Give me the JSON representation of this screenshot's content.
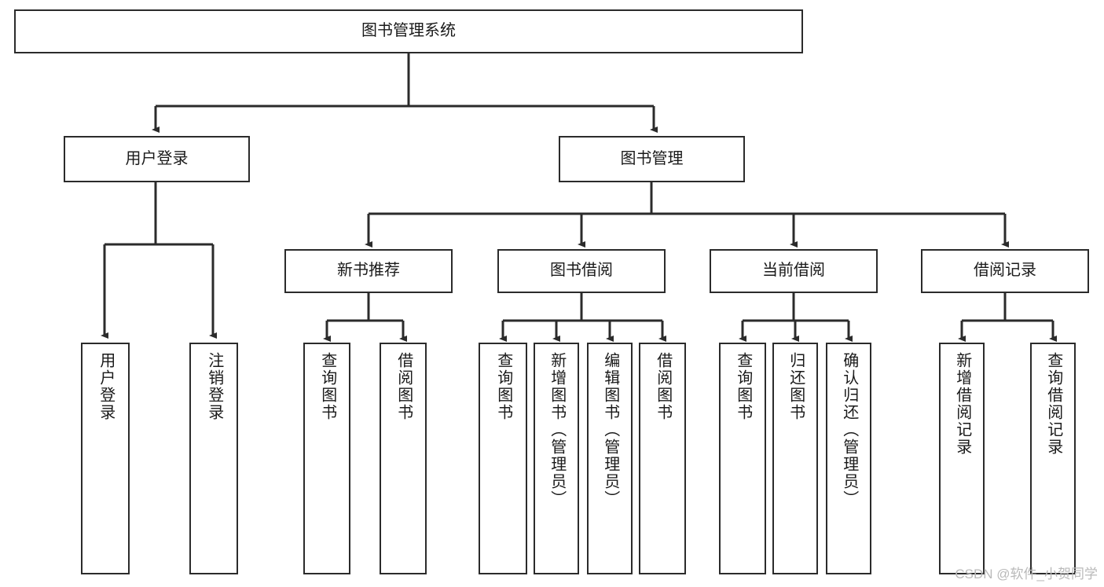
{
  "diagram": {
    "title": "图书管理系统",
    "type": "hierarchy-tree",
    "watermark": "CSDN @软件_小贺同学",
    "colors": {
      "stroke": "#2b2b2b",
      "fill": "#ffffff",
      "text": "#1a1a1a",
      "watermark": "#b9b9b9"
    },
    "nodes": {
      "root": {
        "label": "图书管理系统"
      },
      "level1": [
        {
          "label": "用户登录"
        },
        {
          "label": "图书管理"
        }
      ],
      "level2": [
        {
          "label": "新书推荐"
        },
        {
          "label": "图书借阅"
        },
        {
          "label": "当前借阅"
        },
        {
          "label": "借阅记录"
        }
      ],
      "leaves": {
        "user_login": [
          {
            "label": "用户登录"
          },
          {
            "label": "注销登录"
          }
        ],
        "new_book_recommend": [
          {
            "label": "查询图书"
          },
          {
            "label": "借阅图书"
          }
        ],
        "book_borrow": [
          {
            "label": "查询图书"
          },
          {
            "label": "新增图书（管理员）"
          },
          {
            "label": "编辑图书（管理员）"
          },
          {
            "label": "借阅图书"
          }
        ],
        "current_borrow": [
          {
            "label": "查询图书"
          },
          {
            "label": "归还图书"
          },
          {
            "label": "确认归还（管理员）"
          }
        ],
        "borrow_record": [
          {
            "label": "新增借阅记录"
          },
          {
            "label": "查询借阅记录"
          }
        ]
      }
    }
  }
}
